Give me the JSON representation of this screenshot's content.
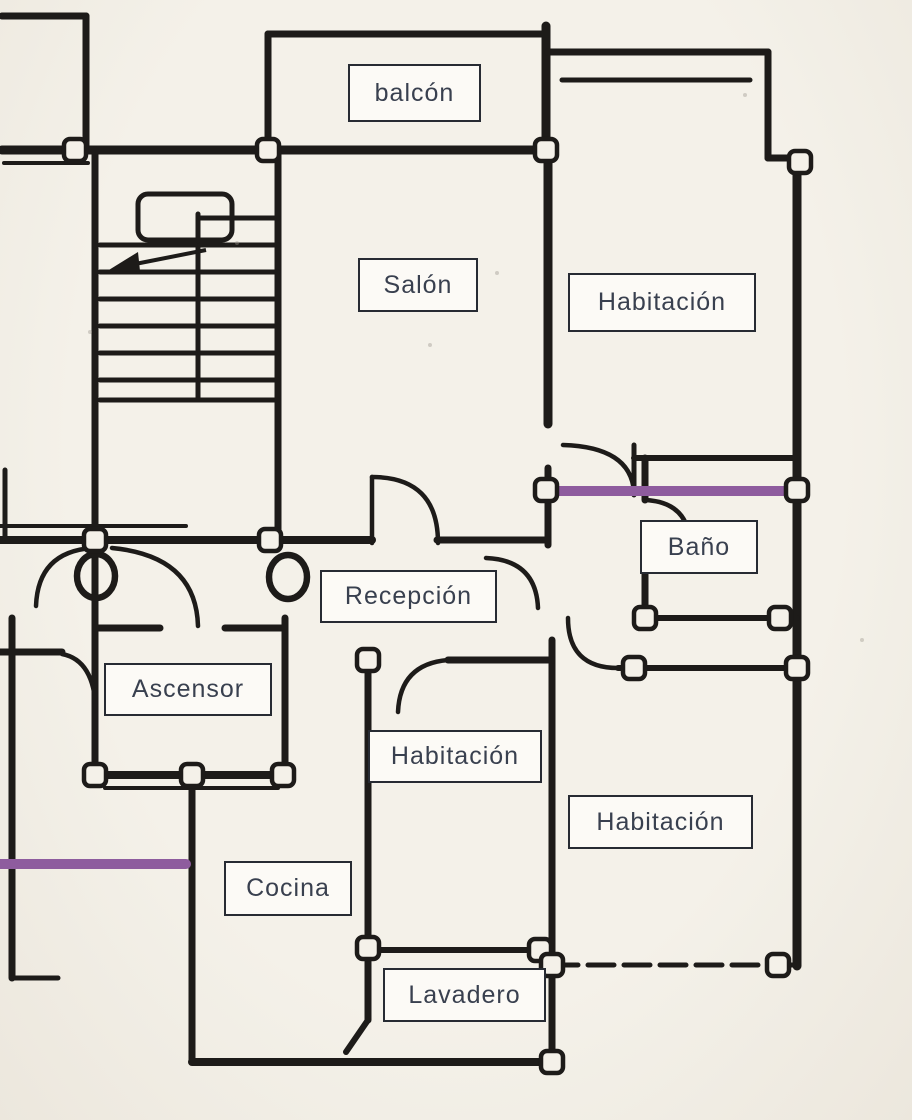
{
  "document": {
    "kind": "scanned apartment floor plan",
    "language": "es"
  },
  "palette": {
    "paper": "#f4f1e9",
    "wall": "#1d1b19",
    "accent_purple": "#8e5c9e",
    "label_bg": "#fcfaf6",
    "label_border": "#272b33",
    "label_text": "#39404f"
  },
  "rooms": [
    {
      "id": "balcon",
      "label": "balcón"
    },
    {
      "id": "salon",
      "label": "Salón"
    },
    {
      "id": "habitacion-superior",
      "label": "Habitación"
    },
    {
      "id": "bano",
      "label": "Baño"
    },
    {
      "id": "recepcion",
      "label": "Recepción"
    },
    {
      "id": "ascensor",
      "label": "Ascensor"
    },
    {
      "id": "habitacion-central",
      "label": "Habitación"
    },
    {
      "id": "habitacion-inferior",
      "label": "Habitación"
    },
    {
      "id": "cocina",
      "label": "Cocina"
    },
    {
      "id": "lavadero",
      "label": "Lavadero"
    }
  ],
  "symbols": [
    "staircase",
    "stair-direction-arrow",
    "elevator-shaft",
    "door-swing-arc",
    "door-circle",
    "wall-junction-node",
    "purple-wall-marking"
  ]
}
